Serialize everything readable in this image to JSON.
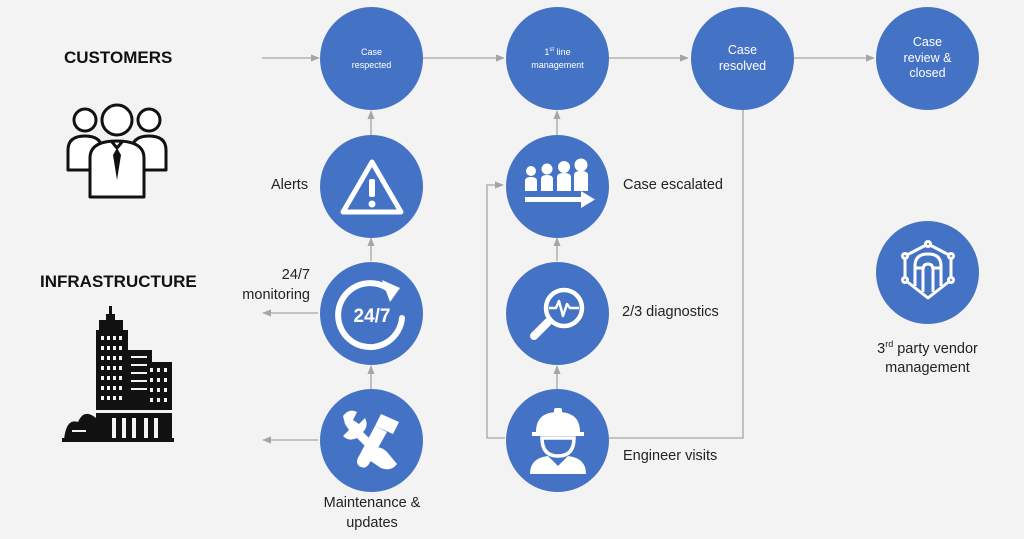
{
  "headings": {
    "customers": "CUSTOMERS",
    "infrastructure": "INFRASTRUCTURE"
  },
  "nodes": {
    "case_respected": [
      "Case",
      "respected"
    ],
    "first_line": {
      "num": "1",
      "sup": "st",
      "rest": " line",
      "line2": "management"
    },
    "case_resolved": [
      "Case",
      "resolved"
    ],
    "case_review": [
      "Case",
      "review &",
      "closed"
    ],
    "monitoring_badge": "24/7"
  },
  "labels": {
    "alerts": "Alerts",
    "monitoring": [
      "24/7",
      "monitoring"
    ],
    "maintenance": [
      "Maintenance &",
      "updates"
    ],
    "case_escalated": "Case escalated",
    "diagnostics": "2/3 diagnostics",
    "engineer_visits": "Engineer visits",
    "vendor": {
      "num": "3",
      "sup": "rd",
      "rest": " party vendor",
      "line2": "management"
    }
  },
  "colors": {
    "node": "#4472c4",
    "connector": "#a6a6a6",
    "background": "#f3f3f3"
  },
  "icons": [
    "people-group-icon",
    "city-buildings-icon",
    "warning-triangle-icon",
    "monitoring-24-7-icon",
    "maintenance-tools-icon",
    "queue-escalation-icon",
    "magnifier-pulse-icon",
    "engineer-hardhat-icon",
    "vendor-network-icon"
  ]
}
